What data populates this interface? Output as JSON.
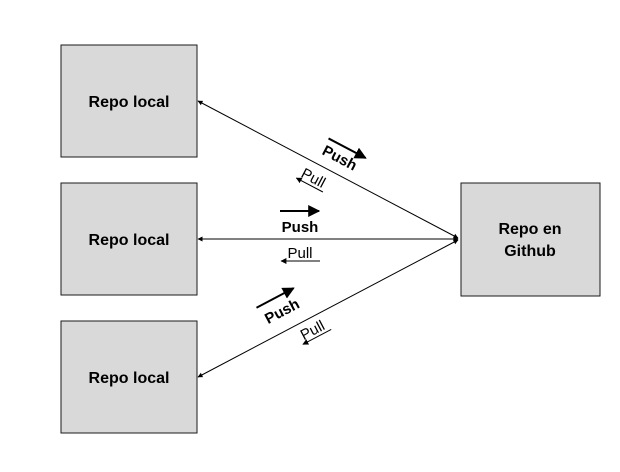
{
  "nodes": {
    "local_1": {
      "label": "Repo local"
    },
    "local_2": {
      "label": "Repo local"
    },
    "local_3": {
      "label": "Repo local"
    },
    "github": {
      "label_lines": [
        "Repo en",
        "Github"
      ]
    }
  },
  "edges": [
    {
      "from": "local_1",
      "to": "github",
      "push_label": "Push",
      "pull_label": "Pull"
    },
    {
      "from": "local_2",
      "to": "github",
      "push_label": "Push",
      "pull_label": "Pull"
    },
    {
      "from": "local_3",
      "to": "github",
      "push_label": "Push",
      "pull_label": "Pull"
    }
  ],
  "colors": {
    "box_fill": "#d9d9d9",
    "box_stroke": "#1a1a1a",
    "line": "#000000",
    "background": "#ffffff"
  }
}
